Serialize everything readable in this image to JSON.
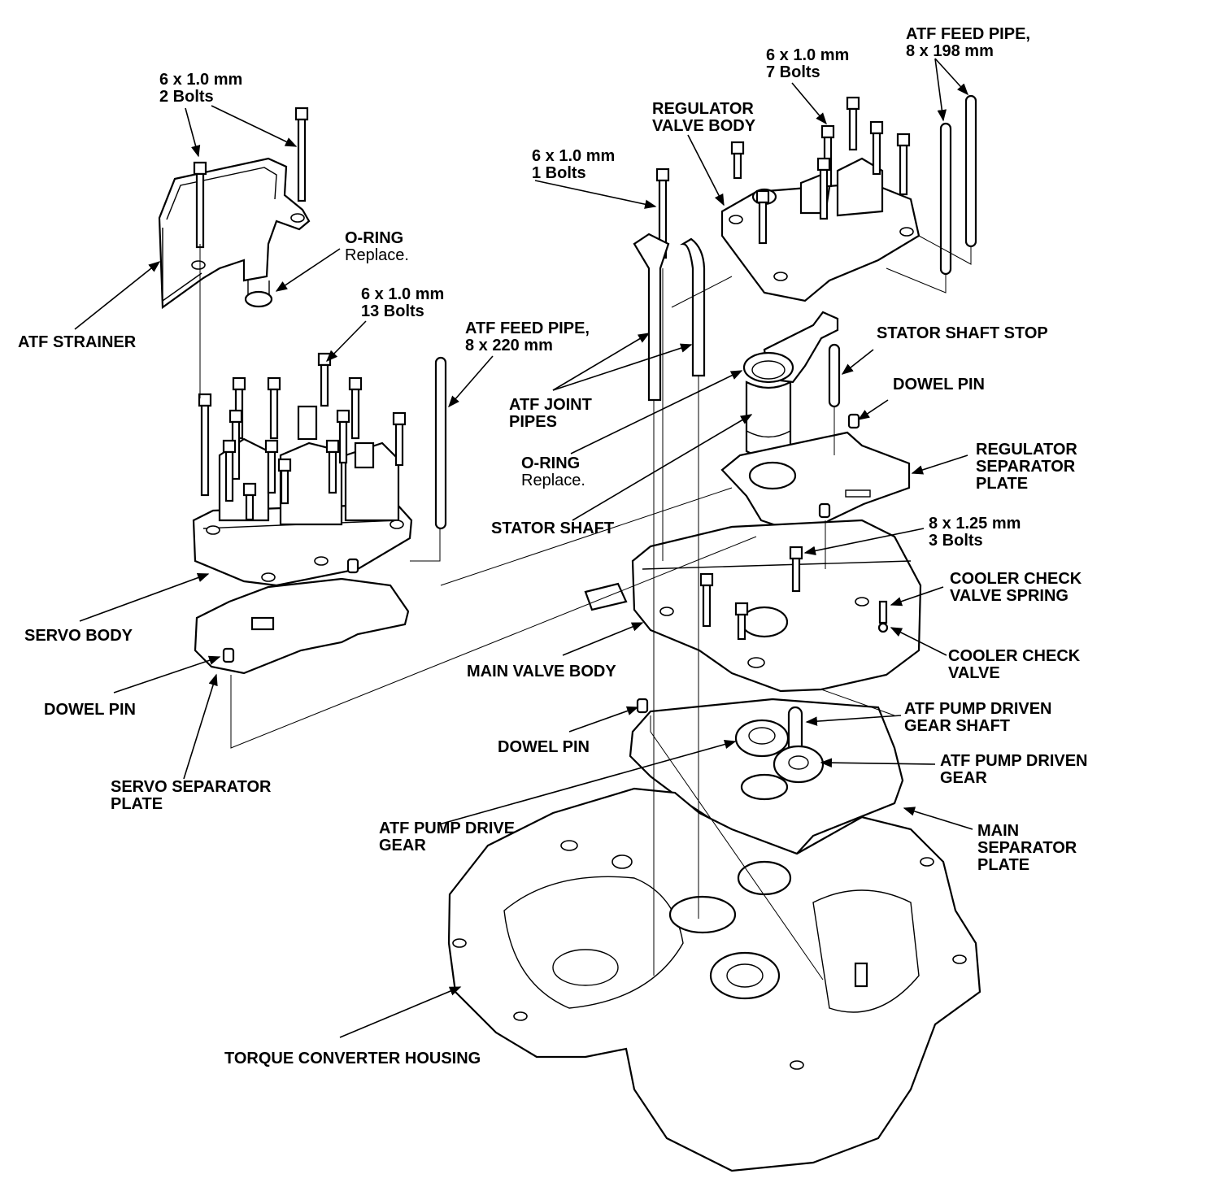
{
  "labels": {
    "bolts_2": [
      "6 x 1.0 mm",
      "2 Bolts"
    ],
    "oring_top": "O-RING",
    "oring_top_note": "Replace.",
    "atf_strainer": "ATF STRAINER",
    "bolts_13": [
      "6 x 1.0 mm",
      "13 Bolts"
    ],
    "feed_pipe_220": [
      "ATF FEED PIPE,",
      "8 x 220 mm"
    ],
    "servo_body": "SERVO BODY",
    "dowel_pin_left": "DOWEL PIN",
    "servo_sep_plate": [
      "SERVO SEPARATOR",
      "PLATE"
    ],
    "bolts_1": [
      "6 x 1.0 mm",
      "1 Bolts"
    ],
    "bolts_7": [
      "6 x 1.0 mm",
      "7 Bolts"
    ],
    "regulator_valve_body": [
      "REGULATOR",
      "VALVE BODY"
    ],
    "feed_pipe_198": [
      "ATF FEED PIPE,",
      "8 x 198 mm"
    ],
    "atf_joint_pipes": [
      "ATF JOINT",
      "PIPES"
    ],
    "oring_mid": "O-RING",
    "oring_mid_note": "Replace.",
    "stator_shaft": "STATOR SHAFT",
    "stator_shaft_stop": "STATOR SHAFT STOP",
    "dowel_pin_upper": "DOWEL PIN",
    "regulator_sep_plate": [
      "REGULATOR",
      "SEPARATOR",
      "PLATE"
    ],
    "bolts_3": [
      "8 x 1.25 mm",
      "3 Bolts"
    ],
    "cooler_check_spring": [
      "COOLER CHECK",
      "VALVE SPRING"
    ],
    "cooler_check_valve": [
      "COOLER CHECK",
      "VALVE"
    ],
    "main_valve_body": "MAIN VALVE BODY",
    "dowel_pin_mid": "DOWEL PIN",
    "pump_driven_shaft": [
      "ATF PUMP DRIVEN",
      "GEAR SHAFT"
    ],
    "pump_driven_gear": [
      "ATF PUMP DRIVEN",
      "GEAR"
    ],
    "pump_drive_gear": [
      "ATF PUMP DRIVE",
      "GEAR"
    ],
    "main_sep_plate": [
      "MAIN",
      "SEPARATOR",
      "PLATE"
    ],
    "torque_converter_housing": "TORQUE CONVERTER HOUSING"
  }
}
